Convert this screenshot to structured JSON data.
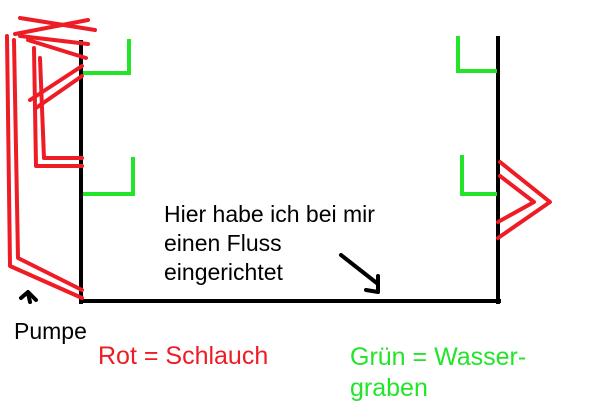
{
  "colors": {
    "hose": "#ee1c24",
    "ditch": "#22e52a",
    "outline": "#000000",
    "background": "#ffffff"
  },
  "note_lines": [
    "Hier habe ich bei mir",
    "einen Fluss",
    "eingerichtet"
  ],
  "pump_label": "Pumpe",
  "legend": {
    "red": "Rot = Schlauch",
    "green_lines": [
      "Grün = Wasser-",
      "graben"
    ]
  }
}
